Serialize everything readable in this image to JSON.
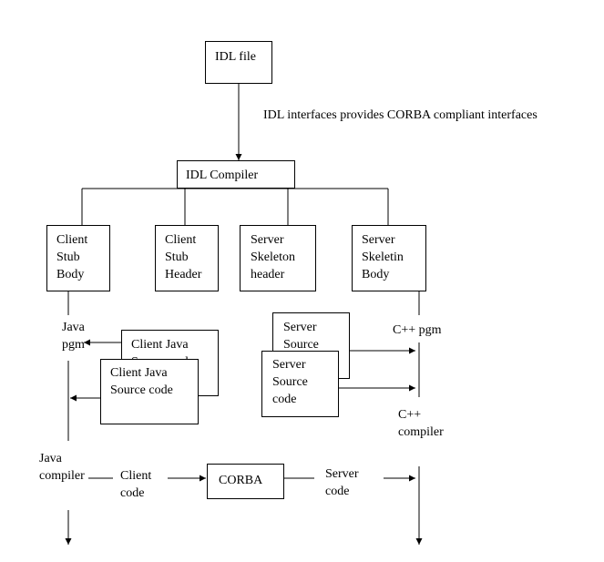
{
  "nodes": {
    "idl_file": "IDL file",
    "idl_compiler": "IDL Compiler",
    "client_stub_body": "Client\nStub\nBody",
    "client_stub_header": "Client\nStub\nHeader",
    "server_skeleton_header": "Server\nSkeleton\nheader",
    "server_skeletin_body": "Server\nSkeletin\nBody",
    "client_java_back": "Client Java\nSource code",
    "client_java_front": "Client Java\nSource code",
    "server_source_back": "Server\nSource",
    "server_source_front": "Server\nSource\ncode",
    "corba": "CORBA"
  },
  "labels": {
    "idl_note": "IDL interfaces provides CORBA compliant interfaces",
    "java_pgm": "Java\npgm",
    "cpp_pgm": "C++ pgm",
    "cpp_compiler": "C++\ncompiler",
    "java_compiler": "Java\ncompiler",
    "client_code": "Client\ncode",
    "server_code": "Server\ncode"
  }
}
